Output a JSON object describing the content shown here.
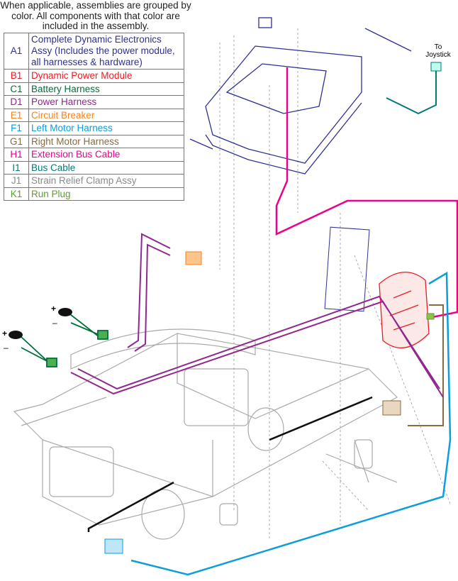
{
  "note": "When applicable, assemblies are grouped by color. All components with that color are included in the assembly.",
  "legend": [
    {
      "code": "A1",
      "label": "Complete Dynamic Electronics Assy (Includes the power module, all harnesses & hardware)",
      "color": "#2e3192"
    },
    {
      "code": "B1",
      "label": "Dynamic Power Module",
      "color": "#ed1c24"
    },
    {
      "code": "C1",
      "label": "Battery Harness",
      "color": "#00703c"
    },
    {
      "code": "D1",
      "label": "Power Harness",
      "color": "#92278f"
    },
    {
      "code": "E1",
      "label": "Circuit Breaker",
      "color": "#f7821b"
    },
    {
      "code": "F1",
      "label": "Left Motor Harness",
      "color": "#0c9ddb"
    },
    {
      "code": "G1",
      "label": "Right Motor Harness",
      "color": "#8c6a3f"
    },
    {
      "code": "H1",
      "label": "Extension Bus Cable",
      "color": "#ec008c"
    },
    {
      "code": "I1",
      "label": "Bus Cable",
      "color": "#007a78"
    },
    {
      "code": "J1",
      "label": "Strain Relief Clamp Assy",
      "color": "#8a8a8a"
    },
    {
      "code": "K1",
      "label": "Run Plug",
      "color": "#5e9e2e"
    }
  ],
  "callouts": {
    "joystick": "To Joystick",
    "plus": "+",
    "minus": "–"
  }
}
